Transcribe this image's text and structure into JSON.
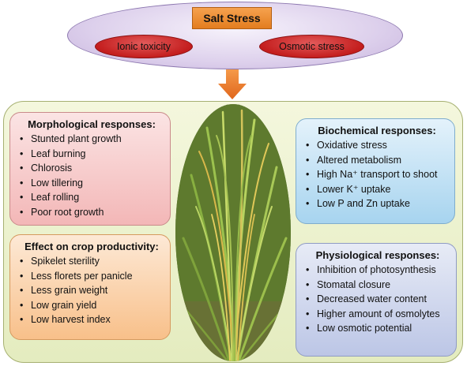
{
  "header": {
    "title": "Salt Stress",
    "stresses": [
      "Ionic toxicity",
      "Osmotic stress"
    ]
  },
  "cards": {
    "morphological": {
      "title": "Morphological responses:",
      "items": [
        "Stunted plant growth",
        "Leaf burning",
        "Chlorosis",
        "Low tillering",
        "Leaf rolling",
        "Poor root growth"
      ]
    },
    "crop": {
      "title": "Effect on crop productivity:",
      "items": [
        "Spikelet sterility",
        "Less florets per panicle",
        "Less grain weight",
        "Low grain yield",
        "Low harvest index"
      ]
    },
    "biochemical": {
      "title": "Biochemical responses:",
      "items": [
        "Oxidative stress",
        "Altered metabolism",
        "High Na⁺ transport to shoot",
        "Lower K⁺ uptake",
        "Low P and Zn uptake"
      ]
    },
    "physiological": {
      "title": "Physiological responses:",
      "items": [
        "Inhibition of photosynthesis",
        "Stomatal closure",
        "Decreased water content",
        "Higher amount of osmolytes",
        "Low osmotic potential"
      ]
    }
  },
  "colors": {
    "salt_box": "#e88a2e",
    "stress_pill": "#c41e1e",
    "arrow": "#ed7d31",
    "panel": "#eef3d2"
  },
  "icons": {
    "arrow": "arrow-down-icon",
    "plant": "rice-plant-image"
  }
}
